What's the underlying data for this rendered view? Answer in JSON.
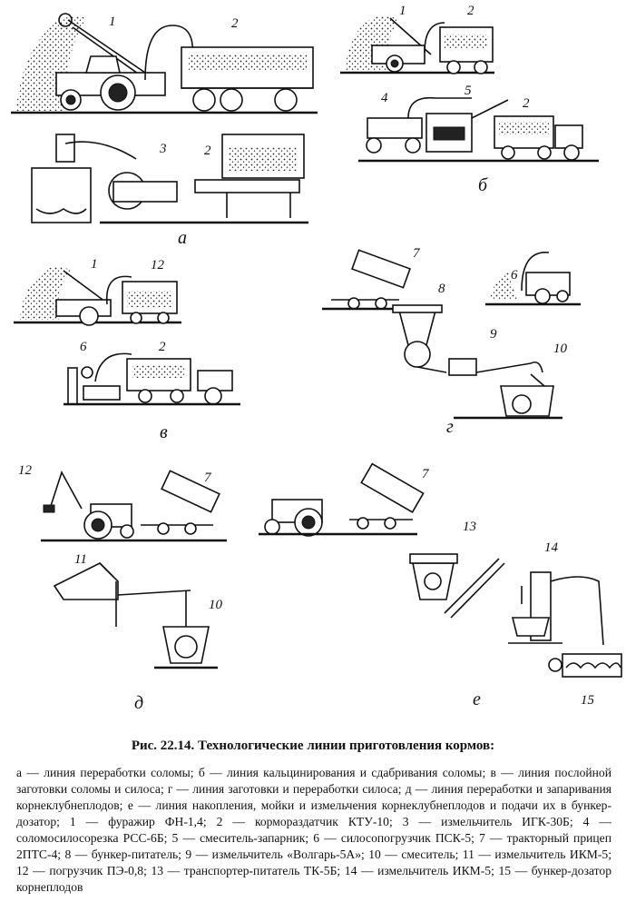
{
  "caption": {
    "title": "Рис. 22.14. Технологические линии приготовления кормов:",
    "text": "а — линия переработки соломы; б — линия кальцинирования и сдабривания соломы; в — линия послойной заготовки соломы и силоса; г — линия заготовки и переработки силоса; д — линия переработки и запаривания корнеклубнеплодов; е — линия накопления, мойки и измельчения корнеклубнеплодов и подачи их в бункер-дозатор; 1 — фуражир ФН-1,4; 2 — кормораздатчик КТУ-10; 3 — измельчитель ИГК-30Б; 4 — соломосилосорезка РСС-6Б; 5 — смеситель-запарник; 6 — силосопогрузчик ПСК-5; 7 — тракторный прицеп 2ПТС-4; 8 — бункер-питатель; 9 — измельчитель «Волгарь-5А»; 10 — смеситель; 11 — измельчитель ИКМ-5; 12 — погрузчик ПЭ-0,8; 13 — транспортер-питатель ТК-5Б; 14 — измельчитель ИКМ-5; 15 — бункер-дозатор корнеплодов"
  },
  "panels": {
    "a": {
      "letter": "а",
      "labels": [
        "1",
        "2",
        "3",
        "2"
      ]
    },
    "b": {
      "letter": "б",
      "labels": [
        "1",
        "2",
        "4",
        "5",
        "2"
      ]
    },
    "v": {
      "letter": "в",
      "labels": [
        "1",
        "12",
        "6",
        "2"
      ]
    },
    "g": {
      "letter": "г",
      "labels": [
        "7",
        "8",
        "6",
        "9",
        "10"
      ]
    },
    "d": {
      "letter": "д",
      "labels": [
        "12",
        "7",
        "11",
        "10"
      ]
    },
    "e": {
      "letter": "е",
      "labels": [
        "7",
        "13",
        "14",
        "15"
      ]
    }
  }
}
